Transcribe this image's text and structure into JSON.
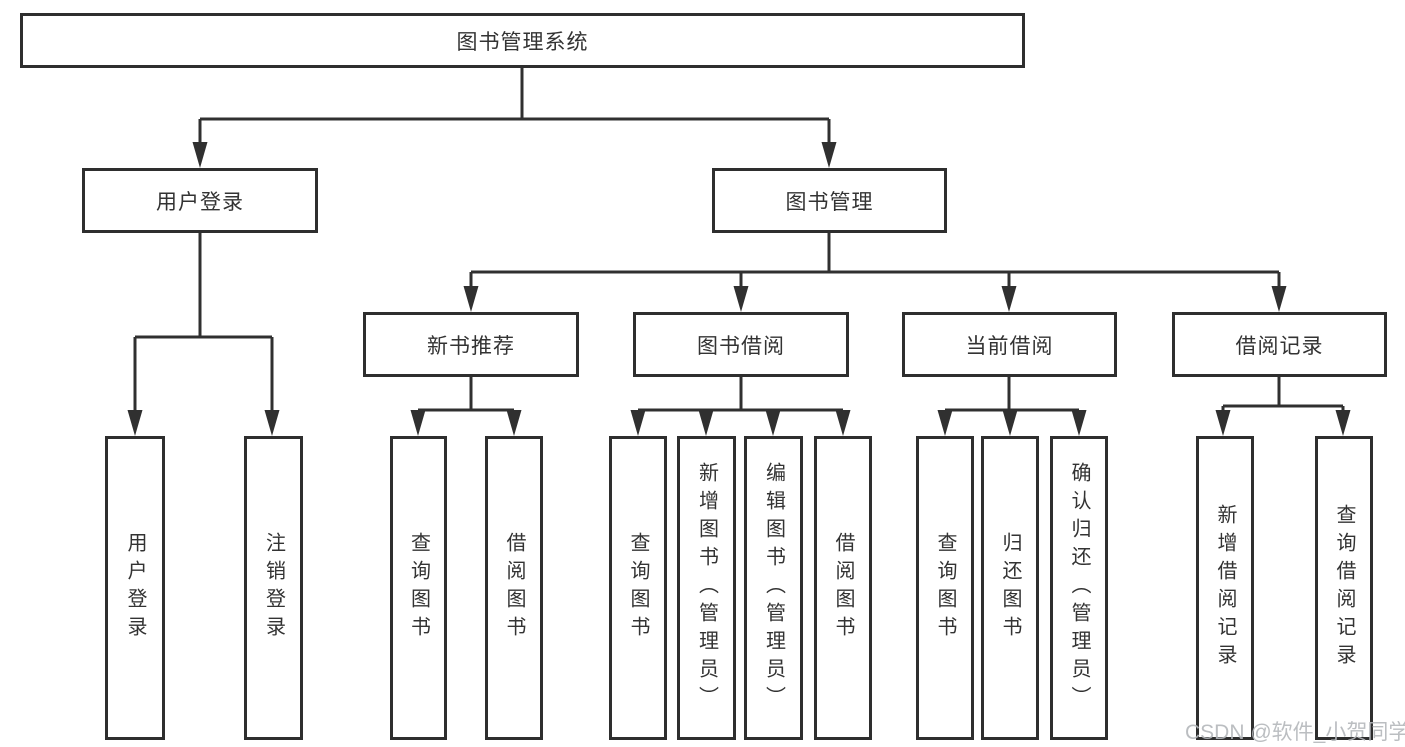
{
  "tree": {
    "label": "图书管理系统",
    "children": [
      {
        "label": "用户登录",
        "children": [
          {
            "label": "用户登录"
          },
          {
            "label": "注销登录"
          }
        ]
      },
      {
        "label": "图书管理",
        "children": [
          {
            "label": "新书推荐",
            "children": [
              {
                "label": "查询图书"
              },
              {
                "label": "借阅图书"
              }
            ]
          },
          {
            "label": "图书借阅",
            "children": [
              {
                "label": "查询图书"
              },
              {
                "label": "新增图书（管理员）"
              },
              {
                "label": "编辑图书（管理员）"
              },
              {
                "label": "借阅图书"
              }
            ]
          },
          {
            "label": "当前借阅",
            "children": [
              {
                "label": "查询图书"
              },
              {
                "label": "归还图书"
              },
              {
                "label": "确认归还（管理员）"
              }
            ]
          },
          {
            "label": "借阅记录",
            "children": [
              {
                "label": "新增借阅记录"
              },
              {
                "label": "查询借阅记录"
              }
            ]
          }
        ]
      }
    ]
  },
  "watermark": "CSDN @软件_小贺同学",
  "colors": {
    "line": "#303030",
    "border": "#2e2e2e",
    "text": "#333333",
    "background": "#ffffff",
    "watermark": "#b4b7bb"
  }
}
